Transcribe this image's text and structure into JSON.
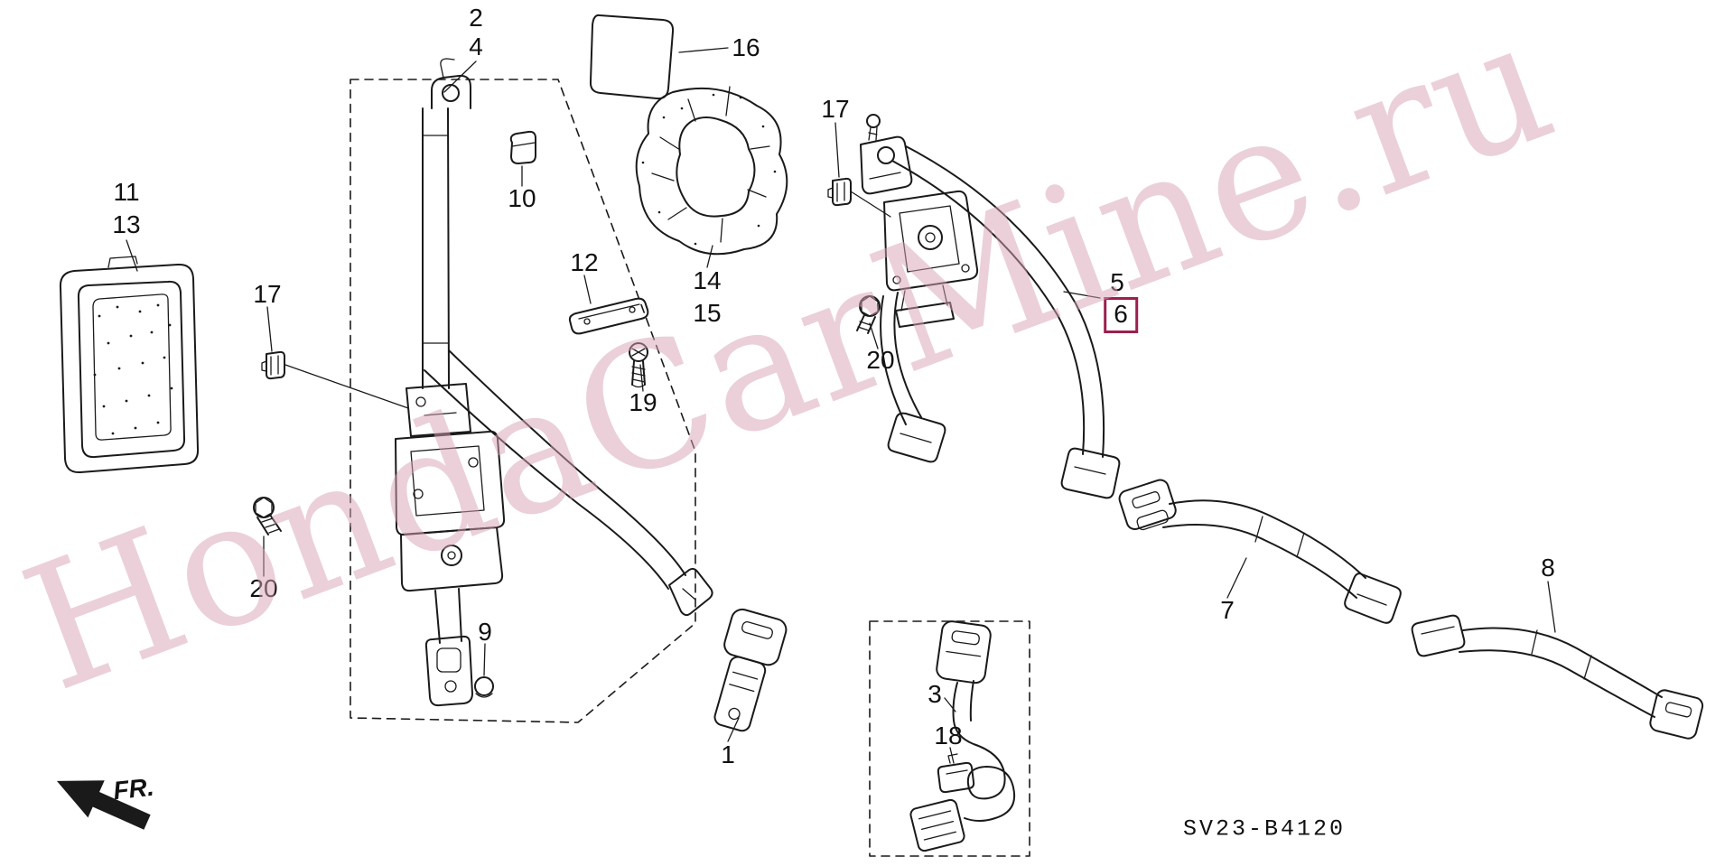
{
  "watermark": {
    "text": "HondaCarMine.ru"
  },
  "diagram": {
    "code": "SV23-B4120",
    "direction_label": "FR.",
    "highlighted_part": "6"
  },
  "colors": {
    "line": "#1a1a1a",
    "highlight": "#9c1f4e",
    "watermark": "#d9a3b4",
    "background": "#ffffff"
  },
  "labels": [
    {
      "text": "2"
    },
    {
      "text": "4"
    },
    {
      "text": "16"
    },
    {
      "text": "11"
    },
    {
      "text": "13"
    },
    {
      "text": "17"
    },
    {
      "text": "10"
    },
    {
      "text": "12"
    },
    {
      "text": "14"
    },
    {
      "text": "15"
    },
    {
      "text": "5"
    },
    {
      "text": "6"
    },
    {
      "text": "17"
    },
    {
      "text": "19"
    },
    {
      "text": "20"
    },
    {
      "text": "20"
    },
    {
      "text": "9"
    },
    {
      "text": "7"
    },
    {
      "text": "8"
    },
    {
      "text": "1"
    },
    {
      "text": "3"
    },
    {
      "text": "18"
    }
  ]
}
